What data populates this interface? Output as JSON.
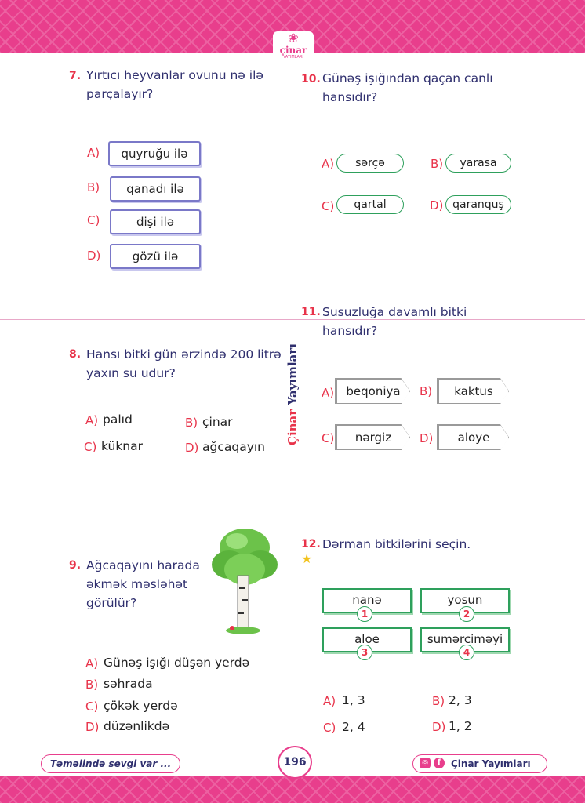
{
  "header": {
    "logo_text": "çinar",
    "logo_tagline": "YAYIMLARI"
  },
  "brand_vertical": {
    "part1": "Çinar",
    "part2": "Yayımları"
  },
  "q7": {
    "num": "7.",
    "line1": "Yırtıcı heyvanlar ovunu nə ilə",
    "line2": "parçalayır?",
    "options": [
      {
        "label": "A)",
        "text": "quyruğu ilə"
      },
      {
        "label": "B)",
        "text": "qanadı ilə"
      },
      {
        "label": "C)",
        "text": "dişi ilə"
      },
      {
        "label": "D)",
        "text": "gözü ilə"
      }
    ]
  },
  "q8": {
    "num": "8.",
    "line1": "Hansı bitki gün ərzində 200 litrə",
    "line2": "yaxın su udur?",
    "options": [
      {
        "label": "A)",
        "text": "palıd"
      },
      {
        "label": "B)",
        "text": "çinar"
      },
      {
        "label": "C)",
        "text": "küknar"
      },
      {
        "label": "D)",
        "text": "ağcaqayın"
      }
    ]
  },
  "q9": {
    "num": "9.",
    "line1": "Ağcaqayını harada",
    "line2": "əkmək məsləhət",
    "line3": "görülür?",
    "options": [
      {
        "label": "A)",
        "text": "Günəş işığı düşən yerdə"
      },
      {
        "label": "B)",
        "text": "səhrada"
      },
      {
        "label": "C)",
        "text": "çökək yerdə"
      },
      {
        "label": "D)",
        "text": "düzənlikdə"
      }
    ]
  },
  "q10": {
    "num": "10.",
    "line1": "Günəş işığından qaçan canlı",
    "line2": "hansıdır?",
    "options": [
      {
        "label": "A)",
        "text": "sərçə"
      },
      {
        "label": "B)",
        "text": "yarasa"
      },
      {
        "label": "C)",
        "text": "qartal"
      },
      {
        "label": "D)",
        "text": "qaranquş"
      }
    ]
  },
  "q11": {
    "num": "11.",
    "line1": "Susuzluğa davamlı bitki",
    "line2": "hansıdır?",
    "options": [
      {
        "label": "A)",
        "text": "beqoniya"
      },
      {
        "label": "B)",
        "text": "kaktus"
      },
      {
        "label": "C)",
        "text": "nərgiz"
      },
      {
        "label": "D)",
        "text": "aloye"
      }
    ]
  },
  "q12": {
    "num": "12.",
    "text": "Dərman bitkilərini seçin.",
    "items": [
      {
        "text": "nanə",
        "n": "1"
      },
      {
        "text": "yosun",
        "n": "2"
      },
      {
        "text": "aloe",
        "n": "3"
      },
      {
        "text": "sumərcimәyi",
        "n": "4"
      }
    ],
    "options": [
      {
        "label": "A)",
        "text": "1, 3"
      },
      {
        "label": "B)",
        "text": "2, 3"
      },
      {
        "label": "C)",
        "text": "2, 4"
      },
      {
        "label": "D)",
        "text": "1, 2"
      }
    ]
  },
  "footer": {
    "slogan": "Təməlində sevgi var ...",
    "page": "196",
    "brand": "Çinar Yayımları",
    "ig_icon": "instagram-icon",
    "fb_icon": "facebook-icon"
  }
}
